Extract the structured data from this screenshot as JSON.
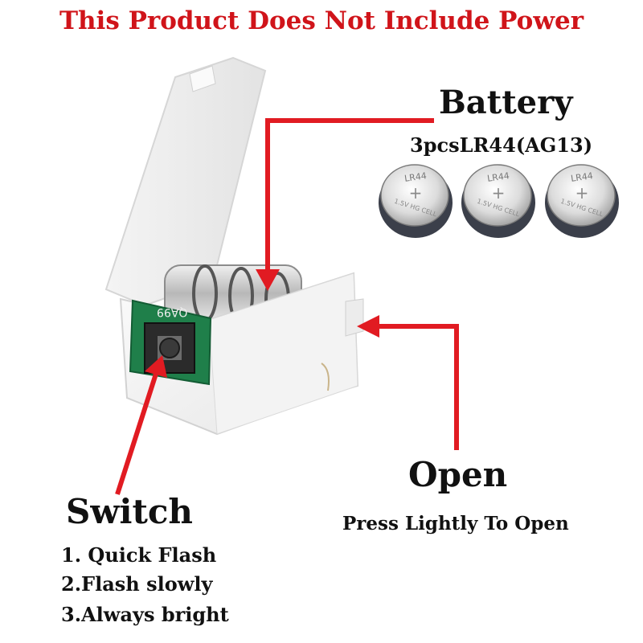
{
  "banner": "This Product Does Not Include Power",
  "battery": {
    "title": "Battery",
    "spec": "3pcsLR44(AG13)",
    "cell_label": "LR44",
    "cell_plus": "+",
    "cell_sub": "1.5V HG CELL"
  },
  "open": {
    "title": "Open",
    "subtitle": "Press Lightly To Open"
  },
  "switch": {
    "title": "Switch",
    "modes": [
      "1. Quick Flash",
      "2.Flash slowly",
      "3.Always bright"
    ]
  },
  "pcb_label": "QA99",
  "colors": {
    "accent_red": "#d0141a",
    "arrow_red": "#e11b22",
    "pcb_green": "#1f7f4a"
  }
}
